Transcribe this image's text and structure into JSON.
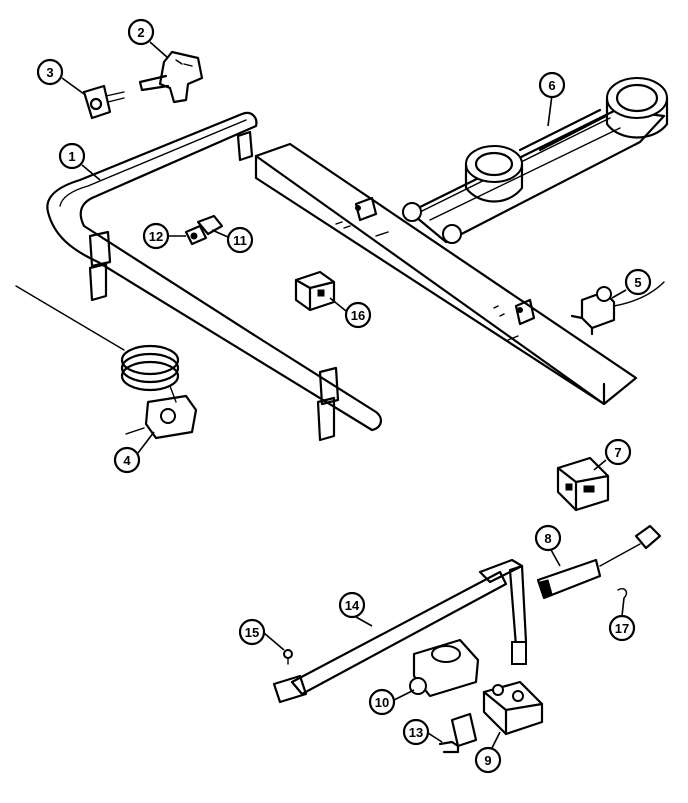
{
  "callouts": [
    {
      "id": "c1",
      "label": "1"
    },
    {
      "id": "c2",
      "label": "2"
    },
    {
      "id": "c3",
      "label": "3"
    },
    {
      "id": "c4",
      "label": "4"
    },
    {
      "id": "c5",
      "label": "5"
    },
    {
      "id": "c6",
      "label": "6"
    },
    {
      "id": "c7",
      "label": "7"
    },
    {
      "id": "c8",
      "label": "8"
    },
    {
      "id": "c9",
      "label": "9"
    },
    {
      "id": "c10",
      "label": "10"
    },
    {
      "id": "c11",
      "label": "11"
    },
    {
      "id": "c12",
      "label": "12"
    },
    {
      "id": "c13",
      "label": "13"
    },
    {
      "id": "c14",
      "label": "14"
    },
    {
      "id": "c15",
      "label": "15"
    },
    {
      "id": "c16",
      "label": "16"
    },
    {
      "id": "c17",
      "label": "17"
    }
  ]
}
